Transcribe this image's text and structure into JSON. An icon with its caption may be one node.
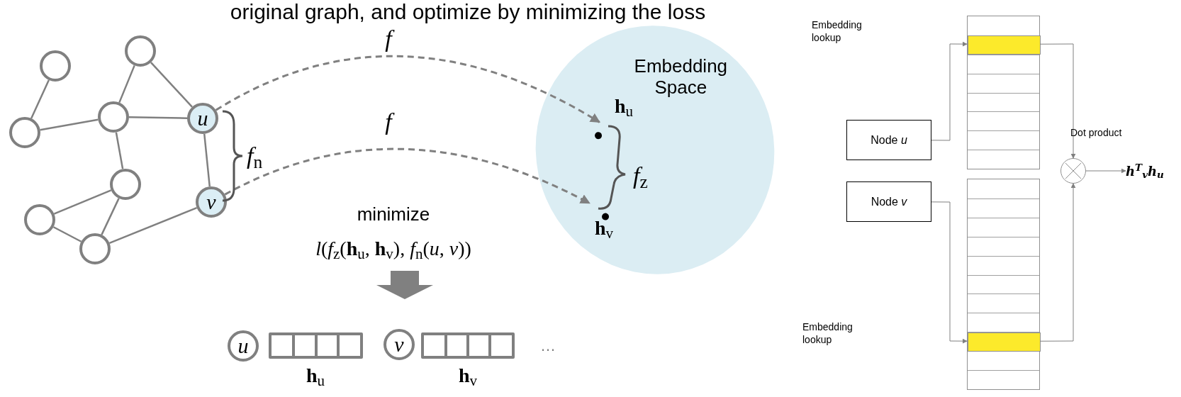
{
  "diagram": {
    "nodes": [
      {
        "text": [],
        "shape": "circle"
      },
      {
        "text": [],
        "shape": "circle"
      },
      {
        "text": [],
        "shape": "circle"
      },
      {
        "text": [],
        "shape": "circle"
      },
      {
        "text": [
          "*u*"
        ]
      },
      {
        "text": [],
        "shape": "circle"
      },
      {
        "text": [],
        "shape": "circle"
      },
      {
        "text": [
          "*v*"
        ]
      },
      {
        "text": [],
        "shape": "circle"
      },
      {
        "text": [
          "Embedding Space"
        ]
      },
      {
        "text": [],
        "shape": "circle",
        "in": 9,
        "beside": [
          "**h**$_{u}$"
        ]
      },
      {
        "text": [],
        "shape": "circle",
        "in": 9,
        "beside": [
          "**h**$_{v}$"
        ]
      },
      {
        "text": [
          "*u*"
        ]
      },
      {
        "text": [],
        "shape": "box",
        "beside": [
          "**h**$_{u}$"
        ]
      },
      {
        "text": [
          "*v*"
        ]
      },
      {
        "text": [],
        "shape": "box",
        "beside": [
          "**h**$_{v}$"
        ]
      },
      {
        "text": [
          "Node *u*"
        ]
      },
      {
        "text": [
          "Node *v*"
        ]
      },
      {
        "text": [],
        "shape": "box"
      },
      {
        "text": [],
        "shape": "bar",
        "in": 18
      },
      {
        "text": [],
        "shape": "box"
      },
      {
        "text": [],
        "shape": "bar",
        "in": 20
      },
      {
        "text": [],
        "shape": "circle"
      },
      {
        "text": [
          "h$^{T}$$_{v}$h$_{u}$"
        ]
      }
    ],
    "edges": [
      {
        "from": 0,
        "to": 2,
        "arrow": "none"
      },
      {
        "from": 2,
        "to": 3,
        "arrow": "none"
      },
      {
        "from": 3,
        "to": 1,
        "arrow": "none"
      },
      {
        "from": 1,
        "to": 4,
        "arrow": "none"
      },
      {
        "from": 3,
        "to": 4,
        "arrow": "none"
      },
      {
        "from": 3,
        "to": 5,
        "arrow": "none"
      },
      {
        "from": 4,
        "to": 7,
        "arrow": "none"
      },
      {
        "from": 5,
        "to": 6,
        "arrow": "none"
      },
      {
        "from": 5,
        "to": 8,
        "arrow": "none"
      },
      {
        "from": 6,
        "to": 8,
        "arrow": "none"
      },
      {
        "from": 8,
        "to": 7,
        "arrow": "none"
      },
      {
        "from": 4,
        "to": 10,
        "arrow": "to",
        "style": "dashed",
        "label": "*f*"
      },
      {
        "from": 7,
        "to": 11,
        "arrow": "to",
        "style": "dashed",
        "label": "*f*"
      },
      {
        "from": 16,
        "to": 19,
        "arrow": "to"
      },
      {
        "from": 17,
        "to": 21,
        "arrow": "to"
      },
      {
        "from": 19,
        "to": 22,
        "arrow": "to"
      },
      {
        "from": 21,
        "to": 22,
        "arrow": "to"
      },
      {
        "from": 22,
        "to": 23,
        "arrow": "to"
      }
    ],
    "labels": [
      "original graph, and optimize by minimizing the loss",
      "*f*$_{n}$",
      "*f*$_{z}$",
      "minimize",
      "*l*(*f*$_{z}$(**h**$_{u}$, **h**$_{v}$), *f*$_{n}$(*u*, *v*))",
      "…",
      "Embedding lookup",
      "Embedding lookup",
      "Dot product"
    ]
  }
}
